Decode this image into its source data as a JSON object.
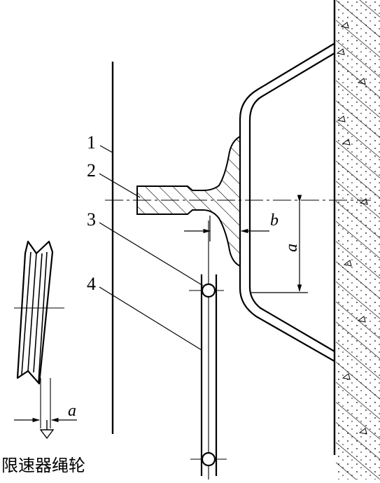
{
  "labels": {
    "part_1": "1",
    "part_2": "2",
    "part_3": "3",
    "part_4": "4",
    "dim_a": "a",
    "dim_b": "b",
    "dim_a_small": "a"
  },
  "caption": "限速器绳轮",
  "colors": {
    "ink": "#000000",
    "paper": "#ffffff"
  },
  "icons": {
    "arrow": "down-arrow-icon"
  }
}
